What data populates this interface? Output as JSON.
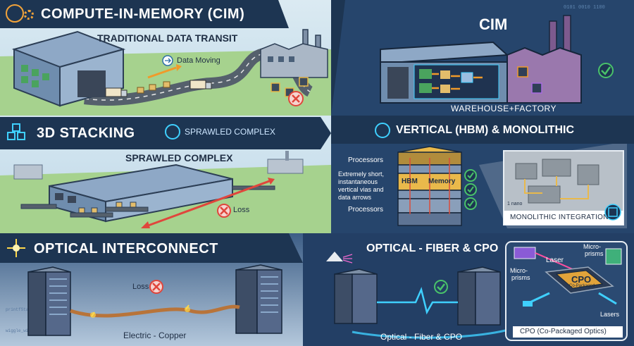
{
  "colors": {
    "title_band": "#1d3552",
    "left_bg_sky": "#cfe3ef",
    "left_bg_grass": "#9fcf8a",
    "right_bg": "#26456c",
    "accent_cyan": "#3fd0ff",
    "ok_green": "#49c26a",
    "loss_red": "#e0463c"
  },
  "cim": {
    "title": "COMPUTE-IN-MEMORY (CIM)",
    "left": {
      "subtitle": "TRADITIONAL DATA TRANSIT",
      "arrow_label": "Data Moving"
    },
    "right": {
      "title": "CIM",
      "caption": "WAREHOUSE+FACTORY"
    }
  },
  "stacking": {
    "title": "3D STACKING",
    "badge": "SPRAWLED COMPLEX",
    "left": {
      "subtitle": "SPRAWLED COMPLEX",
      "loss_label": "Loss"
    },
    "right": {
      "title": "VERTICAL (HBM) & MONOLITHIC",
      "label_processors_top": "Processors",
      "label_vias_1": "Extremely short,",
      "label_vias_2": "instantaneous",
      "label_vias_3": "vertical vias and",
      "label_vias_4": "data arrows",
      "label_processors_bottom": "Processors",
      "hbm_label": "HBM",
      "memory_label": "Memory",
      "scale_label": "1 nano",
      "monolithic_caption": "MONOLITHIC INTEGRATION"
    }
  },
  "optical": {
    "title": "OPTICAL INTERCONNECT",
    "left": {
      "loss_label": "Loss",
      "caption": "Electric - Copper"
    },
    "right": {
      "title": "OPTICAL - FIBER & CPO",
      "caption": "Optical - Fiber & CPO",
      "laser_label": "Laser",
      "microprisms_top_1": "Micro-",
      "microprisms_top_2": "prisms",
      "microprisms_left_1": "Micro-",
      "microprisms_left_2": "prisms",
      "lasers_label": "Lasers",
      "chip_label": "CPO",
      "chip_sublabel": "Co-Packaged",
      "inset_caption": "CPO (Co-Packaged Optics)"
    }
  }
}
